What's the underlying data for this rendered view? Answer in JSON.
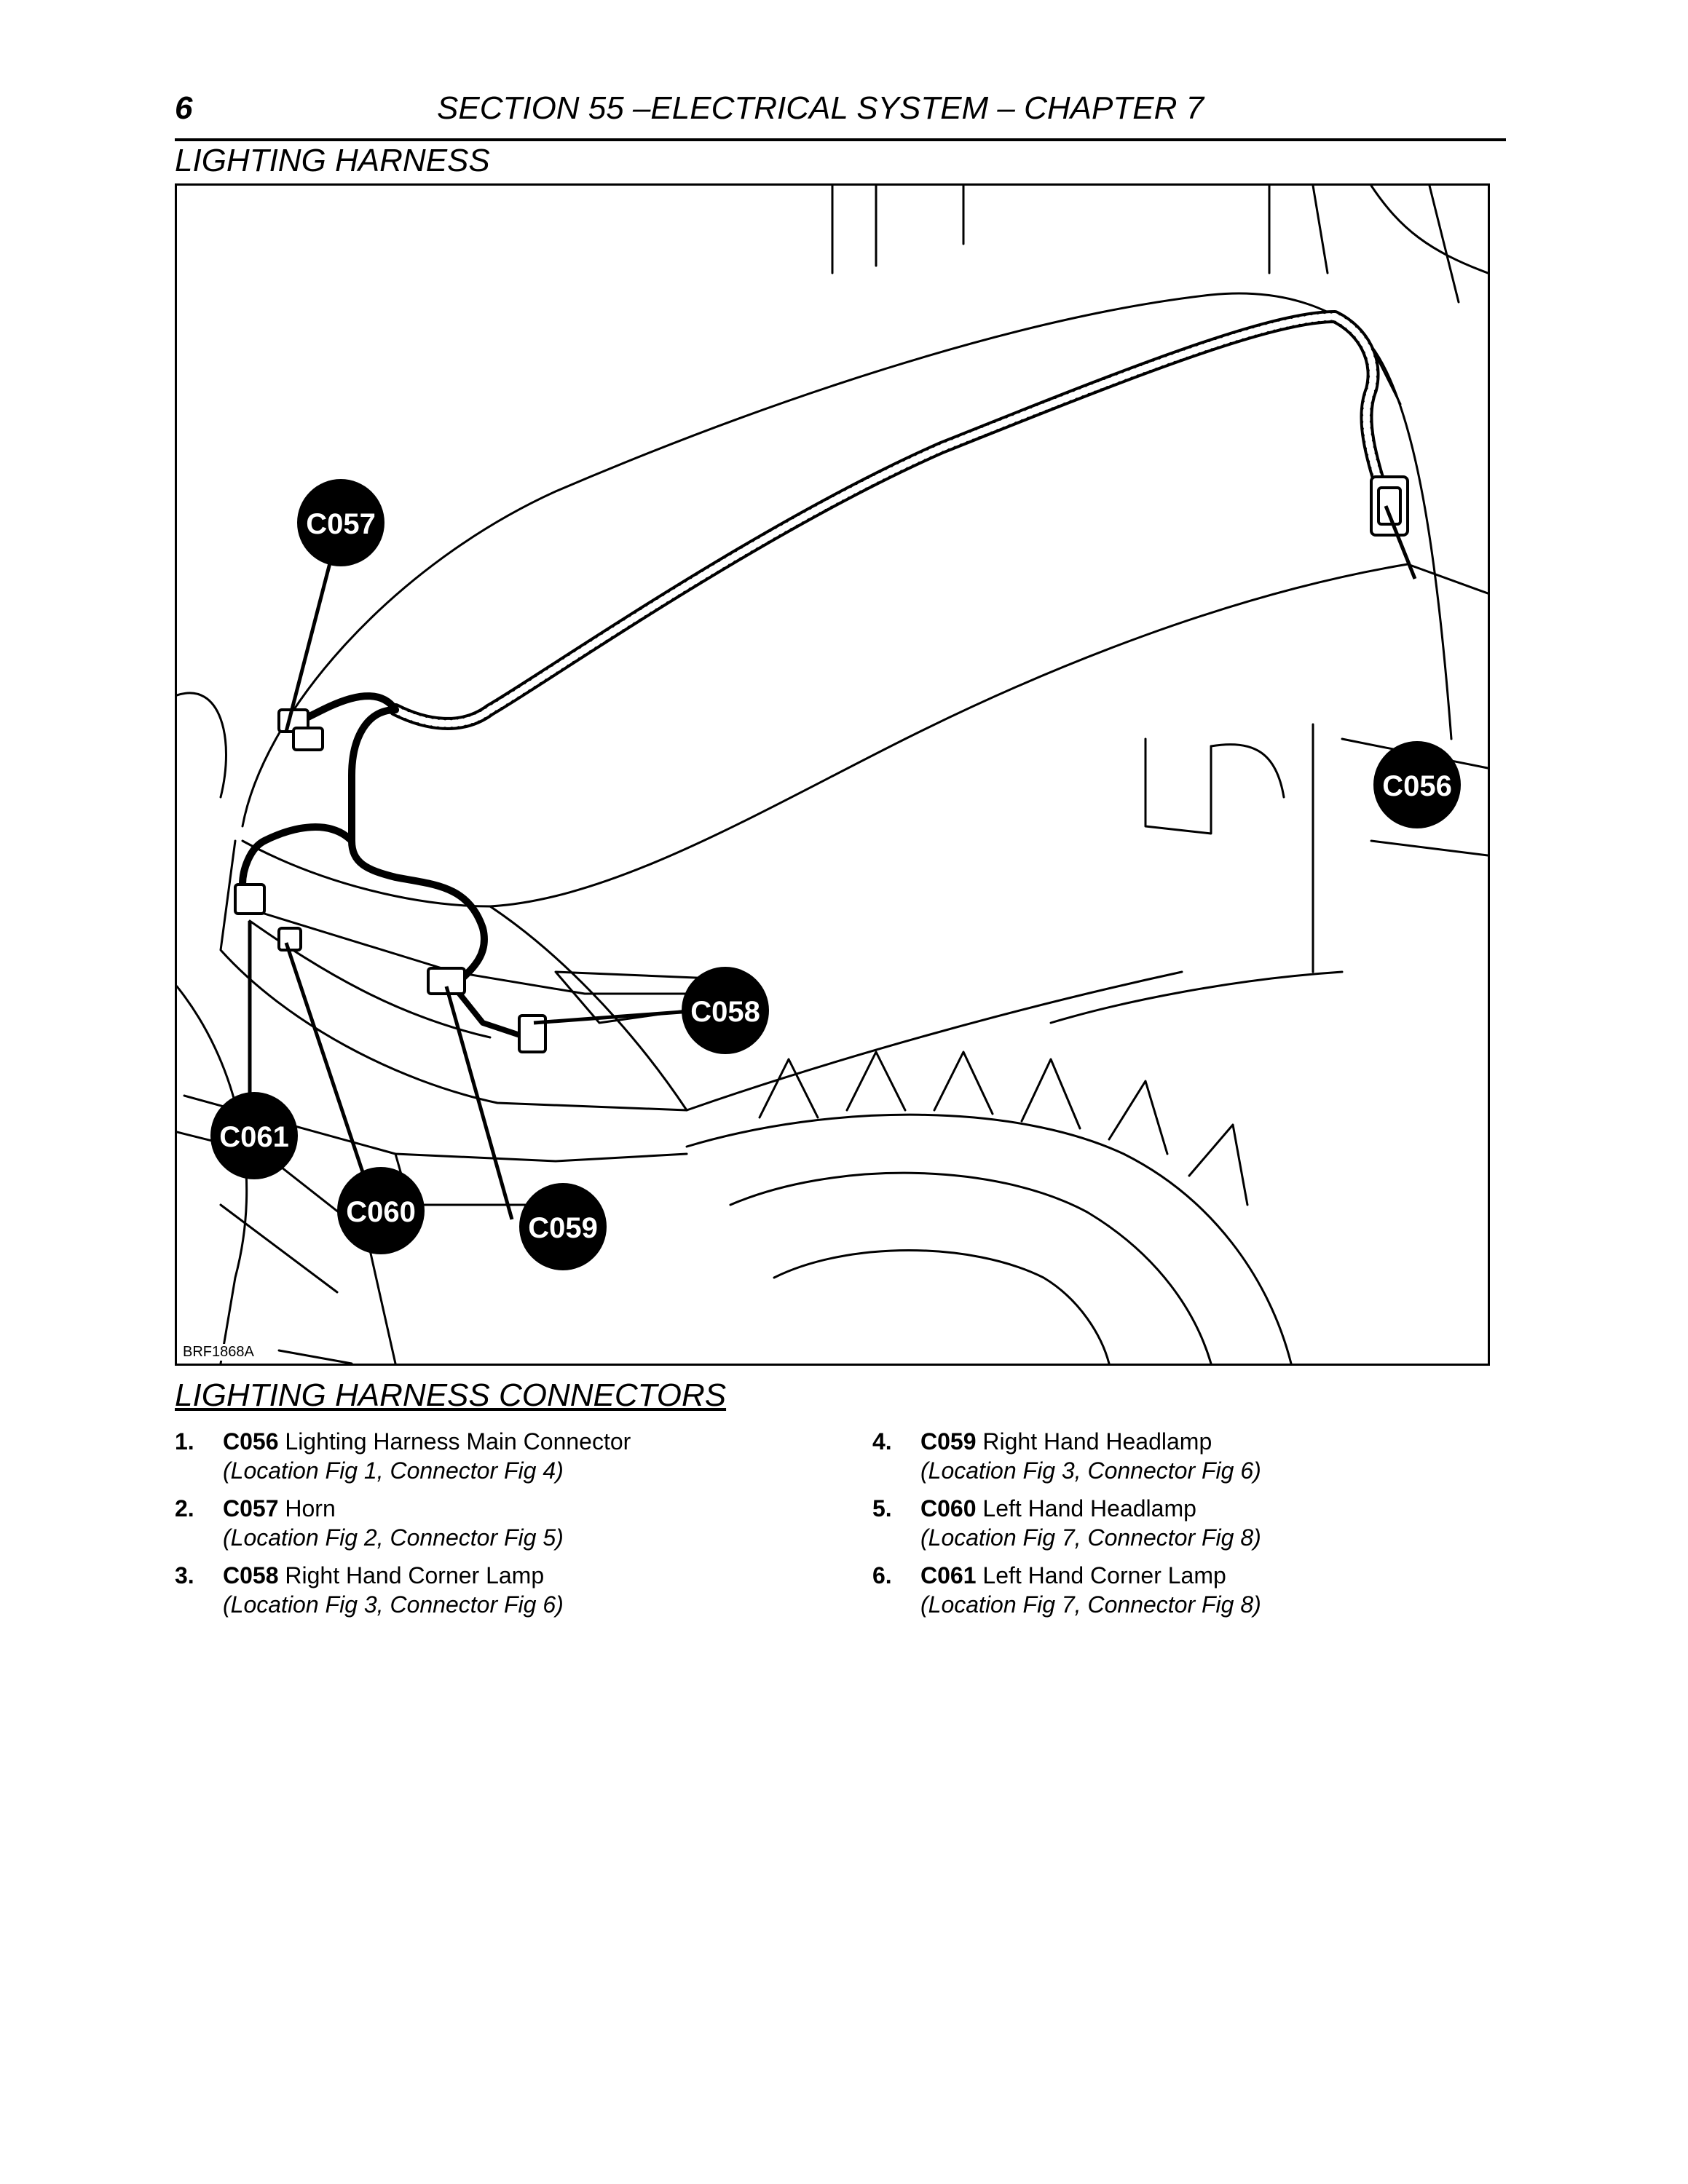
{
  "header": {
    "page_number": "6",
    "title": "SECTION 55 –ELECTRICAL SYSTEM – CHAPTER 7"
  },
  "section_title": "LIGHTING HARNESS",
  "figure": {
    "id": "BRF1868A",
    "callouts": [
      "C057",
      "C056",
      "C058",
      "C061",
      "C060",
      "C059"
    ]
  },
  "list_title": "LIGHTING HARNESS CONNECTORS",
  "connectors": [
    {
      "num": "1.",
      "code": "C056",
      "name": "Lighting Harness Main Connector",
      "location": "(Location Fig 1, Connector Fig 4)"
    },
    {
      "num": "2.",
      "code": "C057",
      "name": "Horn",
      "location": "(Location Fig 2, Connector Fig 5)"
    },
    {
      "num": "3.",
      "code": "C058",
      "name": "Right Hand Corner Lamp",
      "location": "(Location Fig 3, Connector Fig 6)"
    },
    {
      "num": "4.",
      "code": "C059",
      "name": "Right Hand Headlamp",
      "location": "(Location Fig 3, Connector Fig 6)"
    },
    {
      "num": "5.",
      "code": "C060",
      "name": "Left Hand Headlamp",
      "location": "(Location Fig 7, Connector Fig 8)"
    },
    {
      "num": "6.",
      "code": "C061",
      "name": "Left Hand Corner Lamp",
      "location": "(Location Fig 7, Connector Fig 8)"
    }
  ]
}
